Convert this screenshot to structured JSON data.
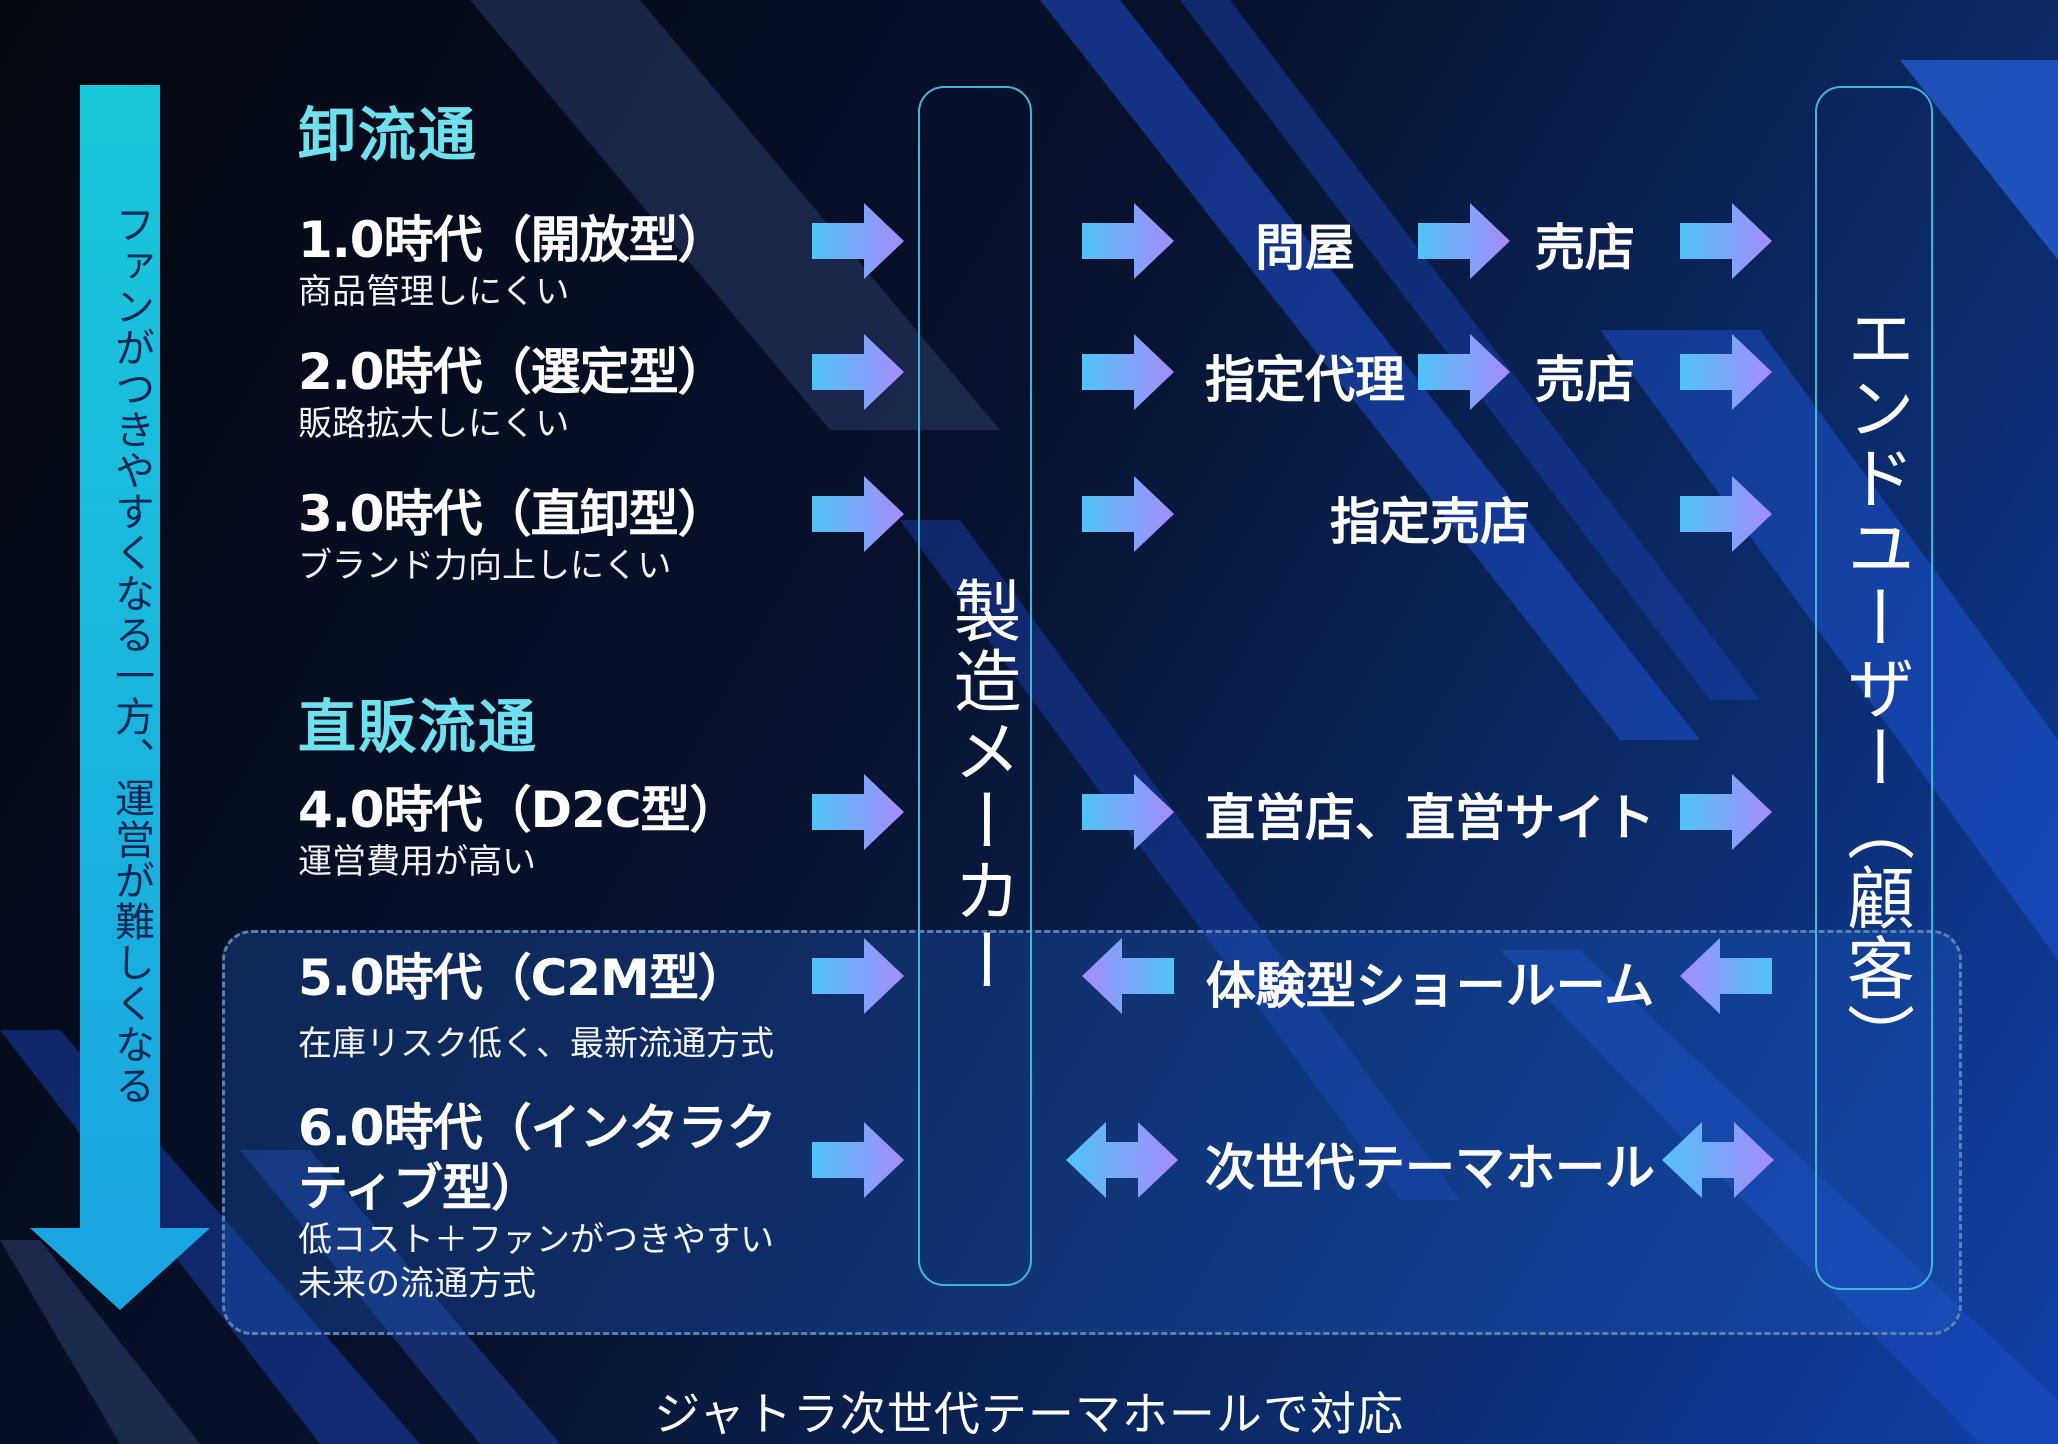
{
  "sections": {
    "wholesale": "卸流通",
    "direct": "直販流通"
  },
  "eras": [
    {
      "title": "1.0時代（開放型）",
      "note": "商品管理しにくい",
      "mid": "問屋",
      "mid2": "売店"
    },
    {
      "title": "2.0時代（選定型）",
      "note": "販路拡大しにくい",
      "mid": "指定代理",
      "mid2": "売店"
    },
    {
      "title": "3.0時代（直卸型）",
      "note": "ブランド力向上しにくい",
      "mid": "指定売店"
    },
    {
      "title": "4.0時代（D2C型）",
      "note": "運営費用が高い",
      "mid": "直営店、直営サイト"
    },
    {
      "title": "5.0時代（C2M型）",
      "note": "在庫リスク低く、最新流通方式",
      "mid": "体験型ショールーム"
    },
    {
      "title_line1": "6.0時代（インタラク",
      "title_line2": "ティブ型）",
      "note_line1": "低コスト＋ファンがつきやすい",
      "note_line2": "未来の流通方式",
      "mid": "次世代テーマホール"
    }
  ],
  "left_bar_text": "ファンがつきやすくなる一方、運営が難しくなる",
  "maker_label": "製造メーカー",
  "enduser_label": "エンドユーザー（顧客）",
  "footer": "ジャトラ次世代テーマホールで対応",
  "colors": {
    "section_title": "#6fe0ee",
    "arrow_start": "#4fc3f7",
    "arrow_end": "#a78bfa",
    "left_bar": "#19c7da",
    "box_border": "#3fb6d6"
  }
}
